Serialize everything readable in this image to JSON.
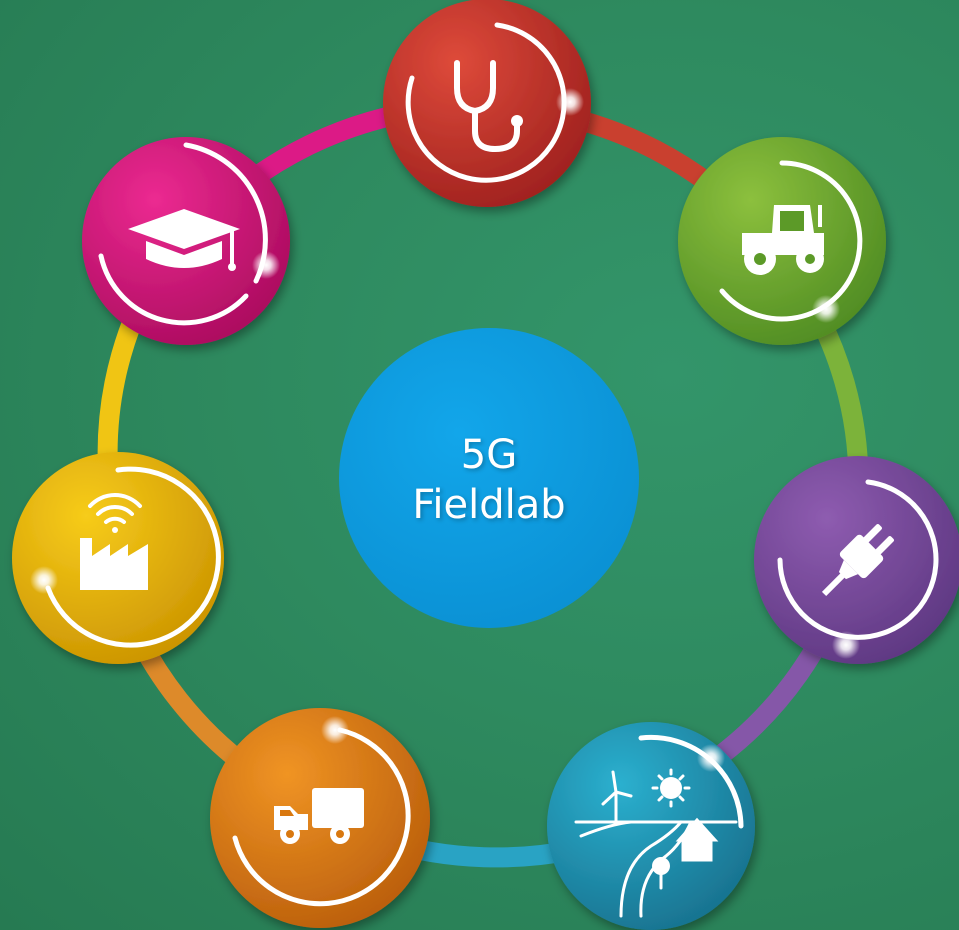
{
  "center": {
    "line1": "5G",
    "line2": "Fieldlab",
    "color": "#0a9be0"
  },
  "sectors": [
    {
      "name": "healthcare",
      "icon": "stethoscope-icon",
      "color": "#c4302b"
    },
    {
      "name": "agriculture",
      "icon": "tractor-icon",
      "color": "#6aa52c"
    },
    {
      "name": "energy",
      "icon": "plug-icon",
      "color": "#7b4a9a"
    },
    {
      "name": "environment",
      "icon": "landscape-icon",
      "color": "#1e8fb0"
    },
    {
      "name": "logistics",
      "icon": "truck-icon",
      "color": "#d9780f"
    },
    {
      "name": "industry",
      "icon": "factory-wifi-icon",
      "color": "#e8b800"
    },
    {
      "name": "education",
      "icon": "graduation-cap-icon",
      "color": "#d8107a"
    }
  ]
}
